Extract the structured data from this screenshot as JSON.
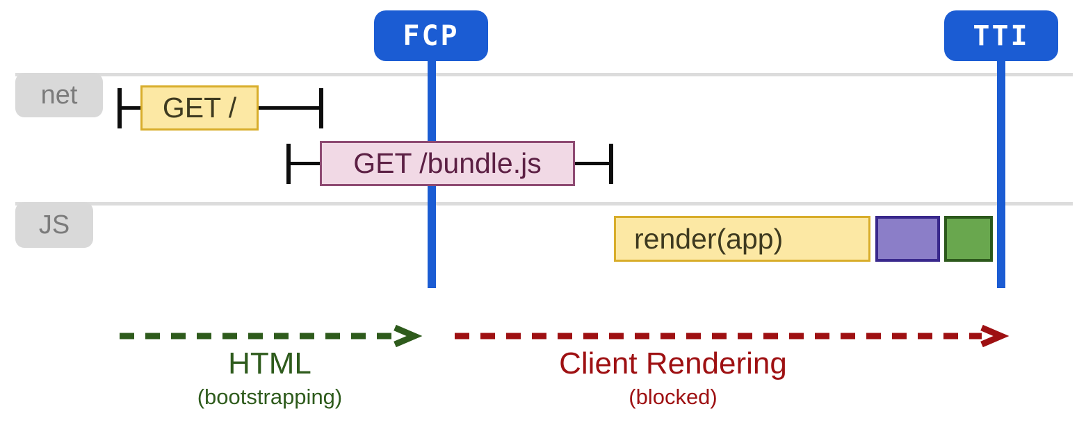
{
  "diagram": {
    "markers": {
      "fcp": "FCP",
      "tti": "TTI"
    },
    "lanes": {
      "net": "net",
      "js": "JS"
    },
    "tasks": {
      "get_root": "GET /",
      "get_bundle": "GET /bundle.js",
      "render_app": "render(app)"
    },
    "phases": {
      "html": {
        "label": "HTML",
        "sublabel": "(bootstrapping)"
      },
      "client": {
        "label": "Client Rendering",
        "sublabel": "(blocked)"
      }
    },
    "colors": {
      "marker_blue": "#1b5cd3",
      "lane_line_gray": "#dcdcdc",
      "lane_label_gray": "#d9d9d9",
      "task_yellow_fill": "#fce8a4",
      "task_yellow_border": "#d8ad2b",
      "task_pink_fill": "#f1d9e5",
      "task_pink_border": "#8e4a72",
      "task_purple_fill": "#8b7ec8",
      "task_purple_border": "#39288c",
      "task_green_fill": "#69a74e",
      "task_green_border": "#2c591c",
      "phase_html_green": "#2e5b1c",
      "phase_client_red": "#9e1012",
      "whisker_black": "#0d0d0d"
    }
  }
}
